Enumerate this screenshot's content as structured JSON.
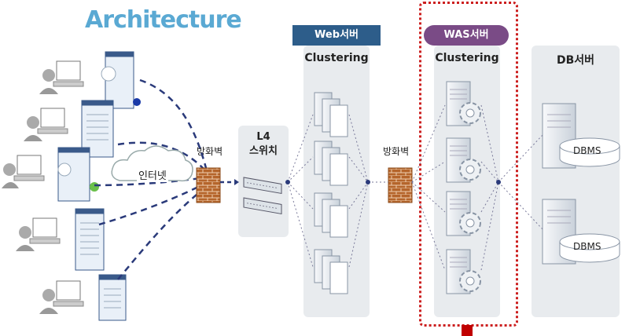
{
  "title": "Architecture",
  "internet_label": "인터넷",
  "firewall_label": "방화벽",
  "l4": {
    "line1": "L4",
    "line2": "스위치"
  },
  "web": {
    "badge": "Web서버",
    "cluster": "Clustering"
  },
  "was": {
    "badge": "WAS서버",
    "cluster": "Clustering"
  },
  "db": {
    "badge": "DB서버",
    "nodes": [
      "DBMS",
      "DBMS"
    ]
  },
  "colors": {
    "title": "#5aa9d3",
    "web_badge": "#2d5d8a",
    "was_badge": "#7a4b86",
    "was_border": "#cc1f1f",
    "dash_line": "#2a3a7a",
    "firewall": "#b5652b"
  }
}
